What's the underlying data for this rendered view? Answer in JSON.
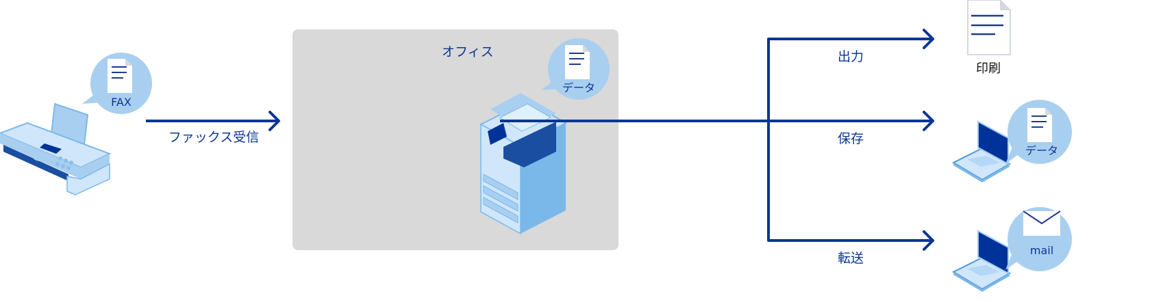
{
  "colors": {
    "arrow": "#0b3594",
    "bubble": "#a9cff0",
    "office_bg": "#d9d9d9",
    "device_light": "#cfe6fb",
    "device_mid": "#7ab8ea",
    "device_dark": "#003399"
  },
  "fax": {
    "bubble_label": "FAX",
    "icon": "fax-machine-icon"
  },
  "receive_arrow": {
    "label": "ファックス受信"
  },
  "office": {
    "label": "オフィス",
    "bubble_label": "データ",
    "icon": "multifunction-printer-icon"
  },
  "outputs": [
    {
      "arrow_label": "出力",
      "target_label": "印刷",
      "icon": "printed-document-icon"
    },
    {
      "arrow_label": "保存",
      "target_label": "データ",
      "icon": "laptop-icon"
    },
    {
      "arrow_label": "転送",
      "target_label": "mail",
      "icon": "laptop-mail-icon"
    }
  ]
}
